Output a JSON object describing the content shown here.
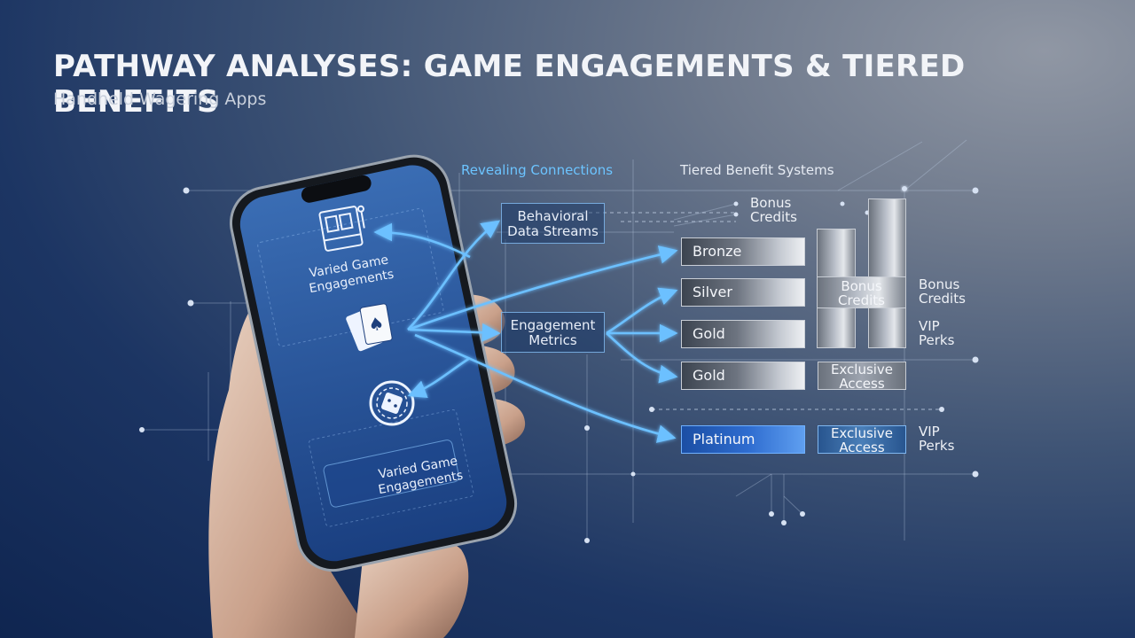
{
  "header": {
    "title": "PATHWAY ANALYSES: GAME ENGAGEMENTS & TIERED BENEFITS",
    "subtitle": "Handheld Wagering Apps"
  },
  "sections": {
    "connections": "Revealing Connections",
    "tiers": "Tiered Benefit Systems"
  },
  "flow": {
    "behavioral_line1": "Behavioral",
    "behavioral_line2": "Data Streams",
    "engagement_line1": "Engagement",
    "engagement_line2": "Metrics"
  },
  "phone": {
    "label_top_line1": "Varied Game",
    "label_top_line2": "Engagements",
    "label_bottom_line1": "Varied Game",
    "label_bottom_line2": "Engagements",
    "icons": [
      "slot-machine-icon",
      "playing-cards-icon",
      "roulette-dice-icon"
    ]
  },
  "tiers": [
    "Bronze",
    "Silver",
    "Gold",
    "Gold",
    "Platinum"
  ],
  "benefits": {
    "top_line1": "Bonus",
    "top_line2": "Credits",
    "bar_line1": "Bonus",
    "bar_line2": "Credits",
    "right_bonus_line1": "Bonus",
    "right_bonus_line2": "Credits",
    "right_vip_line1": "VIP",
    "right_vip_line2": "Perks",
    "exclusive1_line1": "Exclusive",
    "exclusive1_line2": "Access",
    "exclusive2_line1": "Exclusive",
    "exclusive2_line2": "Access",
    "vip2_line1": "VIP",
    "vip2_line2": "Perks"
  },
  "colors": {
    "accent": "#5fb3ff",
    "connections_header": "#6cc4ff",
    "platinum": "#2f6dd0"
  }
}
